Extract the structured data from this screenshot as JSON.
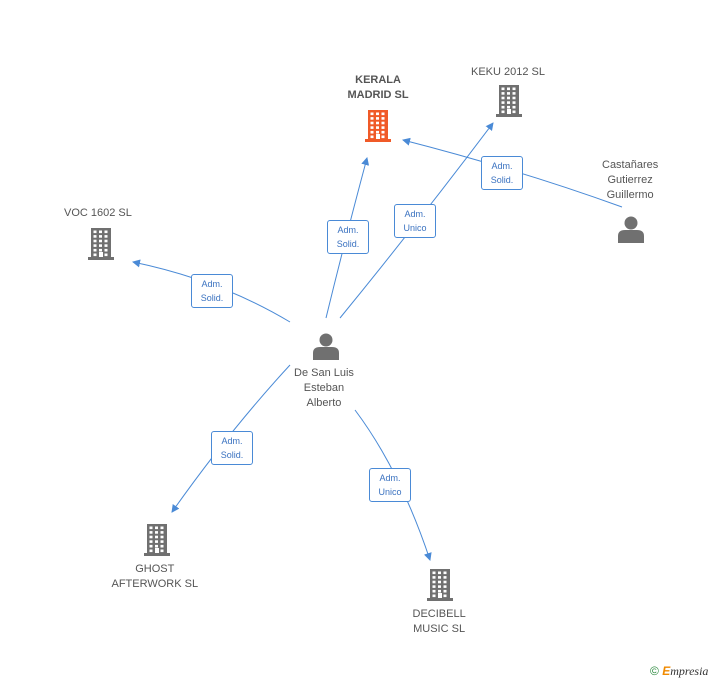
{
  "colors": {
    "edge": "#4a8ad6",
    "node": "#707070",
    "highlight": "#f05a28",
    "tag_text": "#3a72c0"
  },
  "nodes": [
    {
      "id": "kerala",
      "kind": "company",
      "highlight": true,
      "name": "KERALA\nMADRID SL"
    },
    {
      "id": "keku",
      "kind": "company",
      "highlight": false,
      "name": "KEKU 2012 SL"
    },
    {
      "id": "castanares",
      "kind": "person",
      "highlight": false,
      "name": "Castañares\nGutierrez\nGuillermo"
    },
    {
      "id": "voc",
      "kind": "company",
      "highlight": false,
      "name": "VOC 1602  SL"
    },
    {
      "id": "desanluis",
      "kind": "person",
      "highlight": false,
      "name": "De San Luis\nEsteban\nAlberto"
    },
    {
      "id": "ghost",
      "kind": "company",
      "highlight": false,
      "name": "GHOST\nAFTERWORK SL"
    },
    {
      "id": "decibell",
      "kind": "company",
      "highlight": false,
      "name": "DECIBELL\nMUSIC  SL"
    }
  ],
  "edges": [
    {
      "from": "castanares",
      "to": "kerala",
      "role": [
        "Adm.",
        "Solid."
      ]
    },
    {
      "from": "desanluis",
      "to": "kerala",
      "role": [
        "Adm.",
        "Solid."
      ]
    },
    {
      "from": "desanluis",
      "to": "keku",
      "role": [
        "Adm.",
        "Unico"
      ]
    },
    {
      "from": "desanluis",
      "to": "voc",
      "role": [
        "Adm.",
        "Solid."
      ]
    },
    {
      "from": "desanluis",
      "to": "ghost",
      "role": [
        "Adm.",
        "Solid."
      ]
    },
    {
      "from": "desanluis",
      "to": "decibell",
      "role": [
        "Adm.",
        "Unico"
      ]
    }
  ],
  "footer": {
    "copyright": "©",
    "brand_initial": "E",
    "brand_rest": "mpresia"
  }
}
